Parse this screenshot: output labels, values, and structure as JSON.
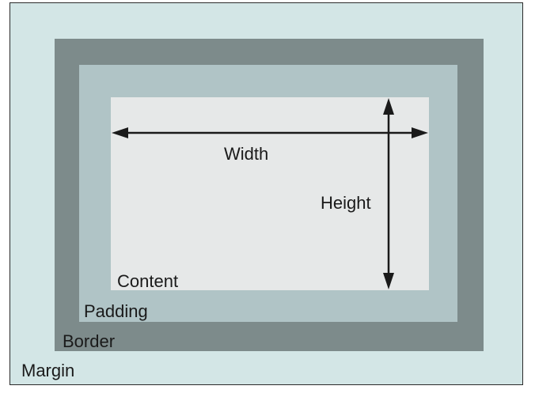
{
  "diagram": {
    "layers": {
      "margin": {
        "label": "Margin",
        "color": "#d3e6e6"
      },
      "border": {
        "label": "Border",
        "color": "#7d8b8b"
      },
      "padding": {
        "label": "Padding",
        "color": "#b0c4c6"
      },
      "content": {
        "label": "Content",
        "color": "#e6e8e8"
      }
    },
    "dimensions": {
      "width_label": "Width",
      "height_label": "Height"
    },
    "arrow_color": "#1a1a1a"
  }
}
